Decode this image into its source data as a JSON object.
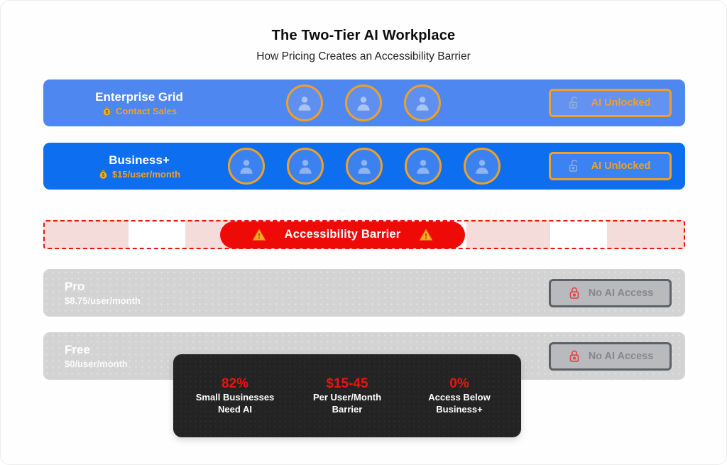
{
  "page": {
    "title": "The Two-Tier AI Workplace",
    "subtitle": "How Pricing Creates an Accessibility Barrier"
  },
  "tiers": {
    "enterprise": {
      "name": "Enterprise Grid",
      "price": "Contact Sales",
      "user_count": 3,
      "badge_label": "AI Unlocked"
    },
    "business": {
      "name": "Business+",
      "price": "$15/user/month",
      "user_count": 5,
      "badge_label": "AI Unlocked"
    },
    "pro": {
      "name": "Pro",
      "price": "$8.75/user/month",
      "badge_label": "No AI Access"
    },
    "free": {
      "name": "Free",
      "price": "$0/user/month",
      "badge_label": "No AI Access"
    }
  },
  "barrier": {
    "label": "Accessibility Barrier"
  },
  "stats": [
    {
      "value": "82%",
      "line1": "Small Businesses",
      "line2": "Need AI"
    },
    {
      "value": "$15-45",
      "line1": "Per User/Month",
      "line2": "Barrier"
    },
    {
      "value": "0%",
      "line1": "Access Below",
      "line2": "Business+"
    }
  ],
  "icons": {
    "money_bag": "money-bag-icon",
    "user": "user-avatar-icon",
    "unlocked": "unlock-padlock-icon",
    "locked": "lock-padlock-icon",
    "warning": "warning-triangle-icon"
  },
  "colors": {
    "enterprise_blue": "#4d87ef",
    "business_blue": "#0d6ef0",
    "accent_orange": "#f0a125",
    "barrier_red": "#ee0b07",
    "barrier_stripe_pink": "#f4dcda",
    "gray_tier": "#d3d3d4",
    "badge_gray_border": "#5d6166",
    "lock_red": "#e04343",
    "stat_red": "#ed140d",
    "dark_panel": "#232323"
  }
}
